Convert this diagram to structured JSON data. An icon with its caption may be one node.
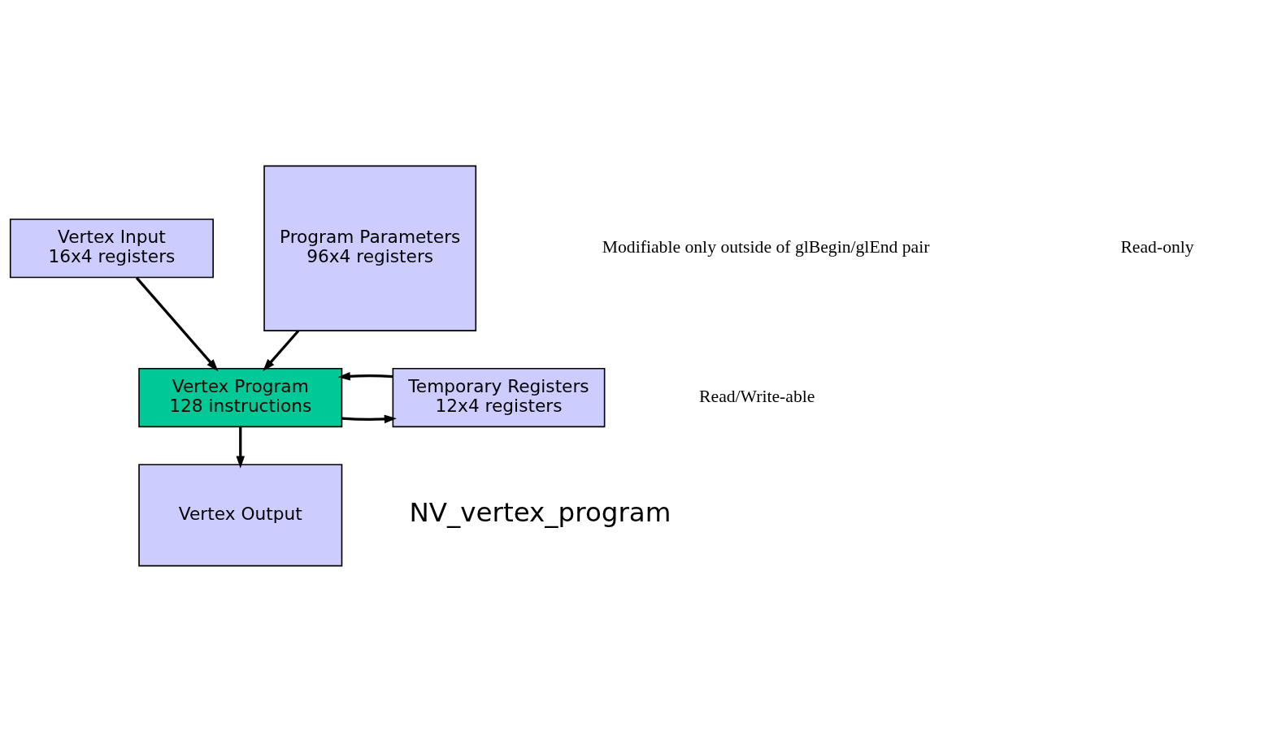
{
  "diagram": {
    "nodes": [
      {
        "text": [
          "Vertex Input",
          "16x4 registers"
        ]
      },
      {
        "text": [
          "Program Parameters",
          "96x4 registers"
        ]
      },
      {
        "text": [
          "Vertex Program",
          "128 instructions"
        ]
      },
      {
        "text": [
          "Temporary Registers",
          "12x4 registers"
        ]
      },
      {
        "text": [
          "Vertex Output"
        ]
      }
    ],
    "edges": [
      {
        "from": 0,
        "to": 2,
        "arrow": "to"
      },
      {
        "from": 1,
        "to": 2,
        "arrow": "to"
      },
      {
        "from": 2,
        "to": 3,
        "arrow": "to"
      },
      {
        "from": 3,
        "to": 2,
        "arrow": "to"
      },
      {
        "from": 2,
        "to": 4,
        "arrow": "to"
      }
    ],
    "labels": [
      "Modifiable only outside of glBegin/glEnd pair",
      "Read-only",
      "Read/Write-able",
      "NV_vertex_program"
    ]
  }
}
